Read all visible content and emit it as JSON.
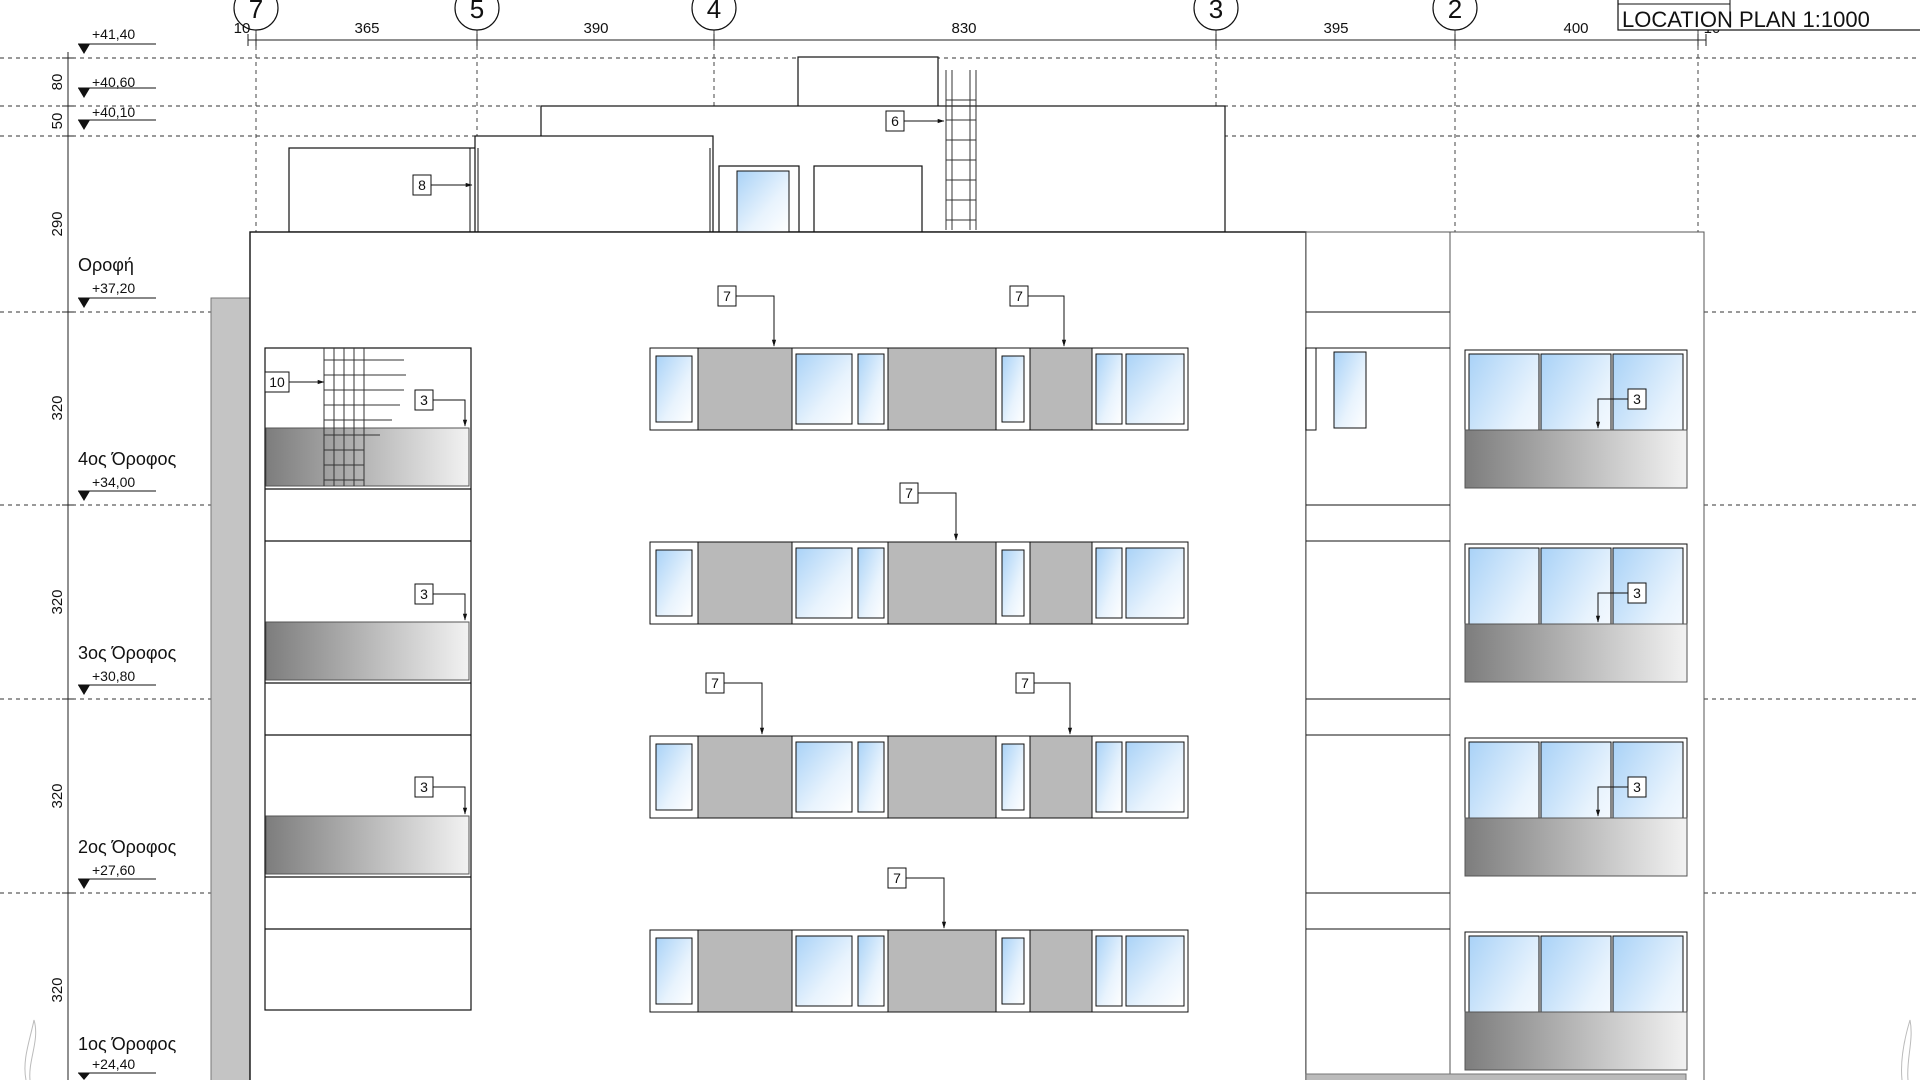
{
  "drawing": {
    "location_plan_label": "LOCATION PLAN 1:1000",
    "grid_axes": [
      {
        "id": "7",
        "label": "7"
      },
      {
        "id": "5",
        "label": "5"
      },
      {
        "id": "4",
        "label": "4"
      },
      {
        "id": "3",
        "label": "3"
      },
      {
        "id": "2",
        "label": "2"
      }
    ],
    "horizontal_dimensions": [
      "10",
      "365",
      "390",
      "830",
      "395",
      "400",
      "10"
    ],
    "vertical_dimensions": [
      "80",
      "50",
      "290",
      "320",
      "320",
      "320",
      "320"
    ],
    "levels": [
      {
        "name": "",
        "elevation": "+41,40"
      },
      {
        "name": "",
        "elevation": "+40,60"
      },
      {
        "name": "",
        "elevation": "+40,10"
      },
      {
        "name": "Οροφή",
        "elevation": "+37,20"
      },
      {
        "name": "4ος Όροφος",
        "elevation": "+34,00"
      },
      {
        "name": "3ος Όροφος",
        "elevation": "+30,80"
      },
      {
        "name": "2ος Όροφος",
        "elevation": "+27,60"
      },
      {
        "name": "1ος Όροφος",
        "elevation": "+24,40"
      }
    ],
    "callouts": [
      "6",
      "8",
      "10",
      "7",
      "3"
    ]
  }
}
